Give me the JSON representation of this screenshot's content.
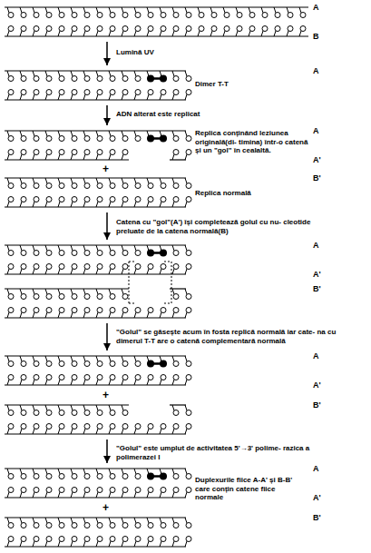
{
  "diagram": {
    "labels": [
      "A",
      "B",
      "Lumină UV",
      "A",
      "Dimer T-T",
      "ADN alterat este replicat",
      "A",
      "Replica conținând leziunea originală(di- timina) într-o catenă și un \"gol\" în cealaltă.",
      "A'",
      "+",
      "B'",
      "Replica normală",
      "Catena cu \"gol\"(A') își completează golul cu nu- cleotide preluate de la catena normală(B)",
      "A",
      "A'",
      "B'",
      "\"Golul\" se găsește acum în fosta replică normală iar cate- na cu dimerul T-T are o catenă complementară normală",
      "A",
      "A'",
      "+",
      "B'",
      "\"Golul\" este umplut de activitatea 5'→3' polime- razica a polimerazei I",
      "A",
      "Duplexurile fiice A-A' și B-B' care conțin catene fiice normale",
      "A'",
      "+",
      "B'"
    ]
  }
}
